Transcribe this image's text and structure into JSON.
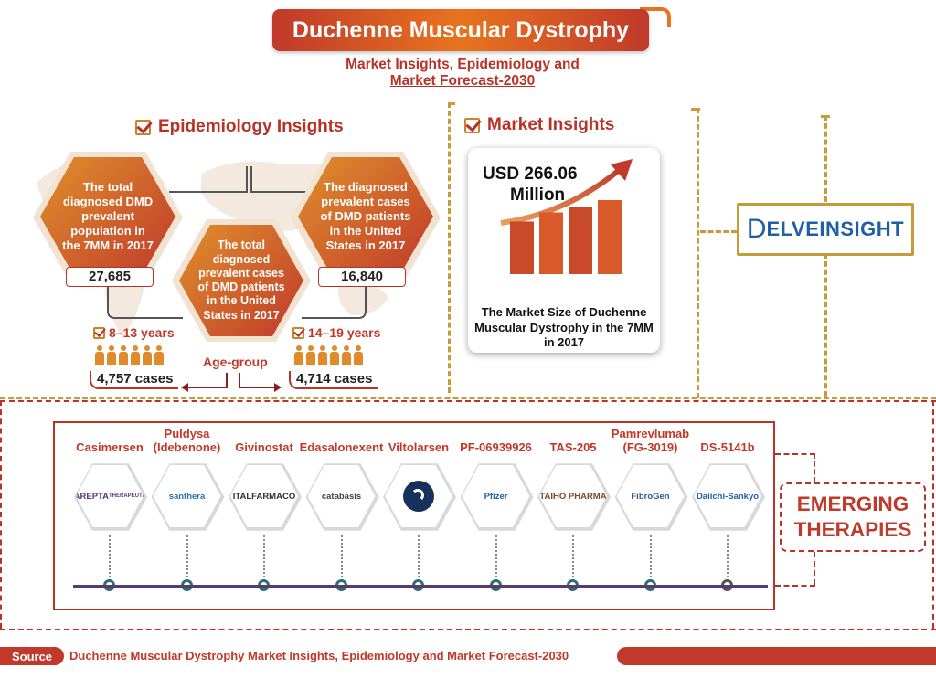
{
  "header": {
    "title": "Duchenne Muscular Dystrophy",
    "subtitle_line1": "Market Insights, Epidemiology and",
    "subtitle_line2": "Market Forecast-2030"
  },
  "epidemiology": {
    "heading": "Epidemiology Insights",
    "hex_left": {
      "text": "The total diagnosed DMD prevalent population in the 7MM in 2017",
      "value": "27,685"
    },
    "hex_right": {
      "text": "The diagnosed prevalent cases of DMD patients in the United States in 2017",
      "value": "16,840"
    },
    "hex_center": {
      "text": "The total diagnosed prevalent cases of DMD patients in the United States in 2017"
    },
    "age_left": {
      "label": "8–13 years",
      "cases": "4,757 cases"
    },
    "age_right": {
      "label": "14–19 years",
      "cases": "4,714 cases"
    },
    "age_group_label": "Age-group"
  },
  "market": {
    "heading": "Market Insights",
    "value_line1": "USD 266.06",
    "value_line2": "Million",
    "caption": "The Market Size of Duchenne Muscular Dystrophy in the 7MM in 2017"
  },
  "logo": {
    "text": "ELVEINSIGHT",
    "initial": "D"
  },
  "therapies": {
    "section_title_line1": "EMERGING",
    "section_title_line2": "THERAPIES",
    "items": [
      {
        "name": "Casimersen",
        "company": "SAREPTA",
        "company_sub": "THERAPEUTICS",
        "color": "#5b3a78"
      },
      {
        "name": "Puldysa (Idebenone)",
        "company": "santhera",
        "company_sub": "",
        "color": "#2a6fb5"
      },
      {
        "name": "Givinostat",
        "company": "ITALFARMACO",
        "company_sub": "",
        "color": "#333333"
      },
      {
        "name": "Edasalonexent",
        "company": "catabasis",
        "company_sub": "",
        "color": "#444444"
      },
      {
        "name": "Viltolarsen",
        "company": "",
        "company_sub": "",
        "color": "#16325c"
      },
      {
        "name": "PF-06939926",
        "company": "Pfizer",
        "company_sub": "",
        "color": "#1f5fa8"
      },
      {
        "name": "TAS-205",
        "company": "TAIHO PHARMA",
        "company_sub": "",
        "color": "#7a4a2a"
      },
      {
        "name": "Pamrevlumab (FG-3019)",
        "company": "FibroGen",
        "company_sub": "",
        "color": "#2a5c8a"
      },
      {
        "name": "DS-5141b",
        "company": "Daiichi-Sankyo",
        "company_sub": "",
        "color": "#1f5fa8"
      }
    ]
  },
  "footer": {
    "source_label": "Source",
    "source_text": "Duchenne Muscular Dystrophy Market Insights, Epidemiology and Market Forecast-2030"
  },
  "chart_data": {
    "type": "bar",
    "values": [
      64,
      75,
      82,
      90
    ],
    "ylim": [
      0,
      100
    ]
  },
  "colors": {
    "primary_red": "#c0392b",
    "accent_orange": "#e8741e",
    "gold_dash": "#c79a3a"
  }
}
